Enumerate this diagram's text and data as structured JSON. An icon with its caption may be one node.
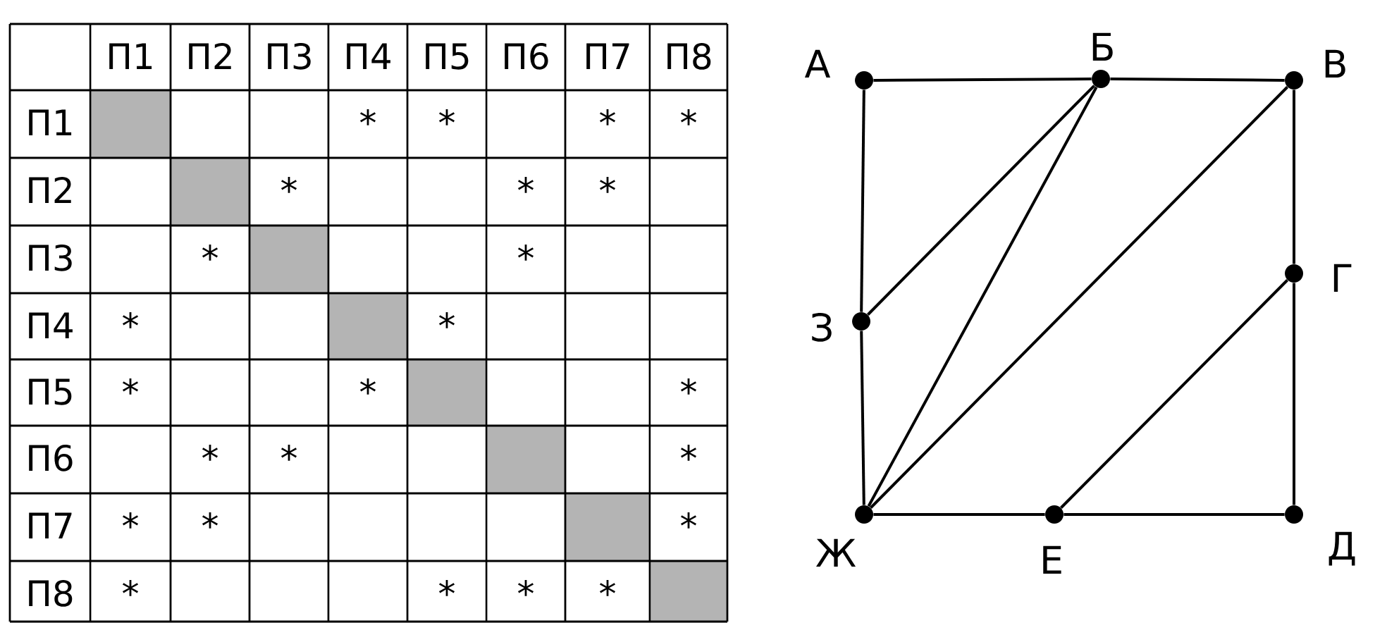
{
  "diagram": {
    "nodes": [
      {
        "text": [
          "А"
        ]
      },
      {
        "text": [
          "Б"
        ]
      },
      {
        "text": [
          "В"
        ]
      },
      {
        "text": [
          "Г"
        ]
      },
      {
        "text": [
          "З"
        ]
      },
      {
        "text": [
          "Ж"
        ]
      },
      {
        "text": [
          "Е"
        ]
      },
      {
        "text": [
          "Д"
        ]
      }
    ],
    "edges": [
      {
        "from": 0,
        "to": 1,
        "arrow": "none"
      },
      {
        "from": 1,
        "to": 2,
        "arrow": "none"
      },
      {
        "from": 0,
        "to": 4,
        "arrow": "none"
      },
      {
        "from": 4,
        "to": 5,
        "arrow": "none"
      },
      {
        "from": 2,
        "to": 3,
        "arrow": "none"
      },
      {
        "from": 3,
        "to": 7,
        "arrow": "none"
      },
      {
        "from": 5,
        "to": 6,
        "arrow": "none"
      },
      {
        "from": 6,
        "to": 7,
        "arrow": "none"
      },
      {
        "from": 4,
        "to": 1,
        "arrow": "none"
      },
      {
        "from": 1,
        "to": 5,
        "arrow": "none"
      },
      {
        "from": 2,
        "to": 5,
        "arrow": "none"
      },
      {
        "from": 3,
        "to": 6,
        "arrow": "none"
      }
    ],
    "labels": [
      "П1",
      "П2",
      "П3",
      "П4",
      "П5",
      "П6",
      "П7",
      "П8",
      "П1",
      "*",
      "*",
      "*",
      "*",
      "П2",
      "*",
      "*",
      "*",
      "П3",
      "*",
      "*",
      "П4",
      "*",
      "*",
      "П5",
      "*",
      "*",
      "*",
      "П6",
      "*",
      "*",
      "*",
      "П7",
      "*",
      "*",
      "*",
      "П8",
      "*",
      "*",
      "*",
      "*"
    ]
  }
}
